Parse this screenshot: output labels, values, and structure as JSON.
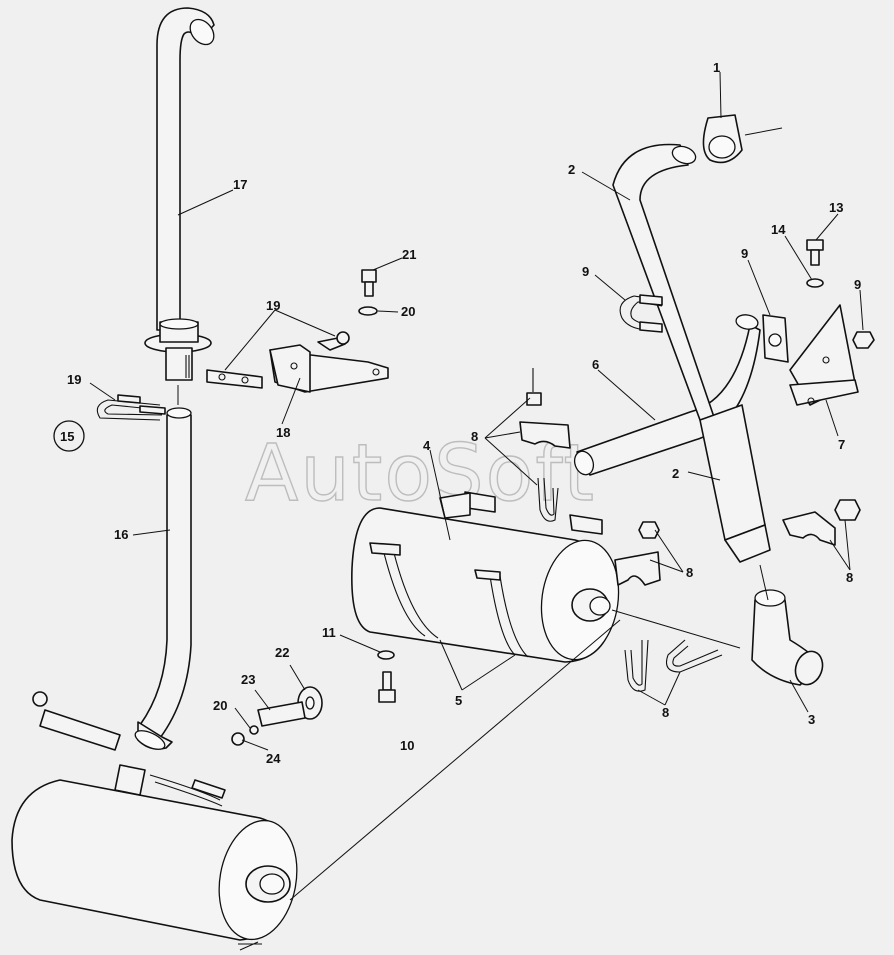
{
  "watermark": "AutoSoft",
  "reference_label": "15",
  "callouts": {
    "c1": "1",
    "c2a": "2",
    "c2b": "2",
    "c3": "3",
    "c4": "4",
    "c5": "5",
    "c6": "6",
    "c7": "7",
    "c8a": "8",
    "c8b": "8",
    "c8c": "8",
    "c8d": "8",
    "c9a": "9",
    "c9b": "9",
    "c9c": "9",
    "c10": "10",
    "c11": "11",
    "c13": "13",
    "c14": "14",
    "c16": "16",
    "c17": "17",
    "c18": "18",
    "c19a": "19",
    "c19b": "19",
    "c20a": "20",
    "c20b": "20",
    "c21": "21",
    "c22": "22",
    "c23": "23",
    "c24": "24"
  }
}
